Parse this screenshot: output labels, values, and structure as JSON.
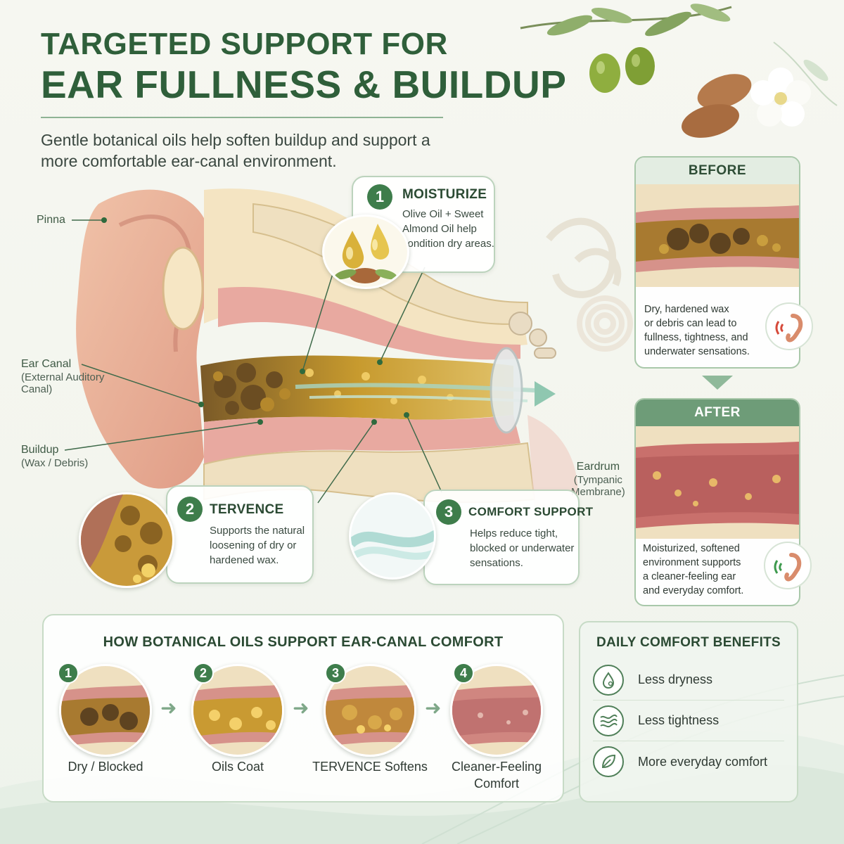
{
  "header": {
    "title_line1": "TARGETED SUPPORT FOR",
    "title_line2": "EAR FULLNESS & BUILDUP",
    "subtitle": "Gentle botanical oils help soften buildup and support a more comfortable ear-canal environment."
  },
  "anatomy": {
    "pinna": "Pinna",
    "ear_canal": "Ear Canal",
    "ear_canal_sub1": "(External Auditory",
    "ear_canal_sub2": "Canal)",
    "buildup": "Buildup",
    "buildup_sub": "(Wax / Debris)",
    "eardrum": "Eardrum",
    "eardrum_sub1": "(Tympanic",
    "eardrum_sub2": "Membrane)"
  },
  "callouts": [
    {
      "number": "1",
      "title": "MOISTURIZE",
      "lines": [
        "Olive Oil + Sweet",
        "Almond Oil help",
        "condition dry areas."
      ]
    },
    {
      "number": "2",
      "title": "TERVENCE",
      "lines": [
        "Supports the natural",
        "loosening of dry or",
        "hardened wax."
      ]
    },
    {
      "number": "3",
      "title": "COMFORT SUPPORT",
      "lines": [
        "Helps reduce tight,",
        "blocked or underwater",
        "sensations."
      ]
    }
  ],
  "before": {
    "heading": "BEFORE",
    "lines": [
      "Dry, hardened wax",
      "or debris can lead to",
      "fullness, tightness, and",
      "underwater sensations."
    ]
  },
  "after": {
    "heading": "AFTER",
    "lines": [
      "Moisturized, softened",
      "environment supports",
      "a cleaner-feeling ear",
      "and everyday comfort."
    ]
  },
  "how": {
    "title": "HOW BOTANICAL OILS SUPPORT EAR-CANAL COMFORT",
    "steps": [
      {
        "number": "1",
        "label": "Dry / Blocked"
      },
      {
        "number": "2",
        "label": "Oils Coat"
      },
      {
        "number": "3",
        "label": "TERVENCE Softens"
      },
      {
        "number": "4",
        "label_line1": "Cleaner-Feeling",
        "label_line2": "Comfort"
      }
    ]
  },
  "benefits": {
    "title": "DAILY COMFORT BENEFITS",
    "items": [
      {
        "icon": "water-drop-icon",
        "label": "Less dryness"
      },
      {
        "icon": "waves-icon",
        "label": "Less tightness"
      },
      {
        "icon": "leaf-icon",
        "label": "More everyday comfort"
      }
    ]
  },
  "colors": {
    "brand_green": "#2f5f3a",
    "accent_green": "#3e7d4b",
    "border_green": "#a9c8aa",
    "wax_gold": "#b88a2a",
    "tissue_pink": "#d98c80"
  }
}
